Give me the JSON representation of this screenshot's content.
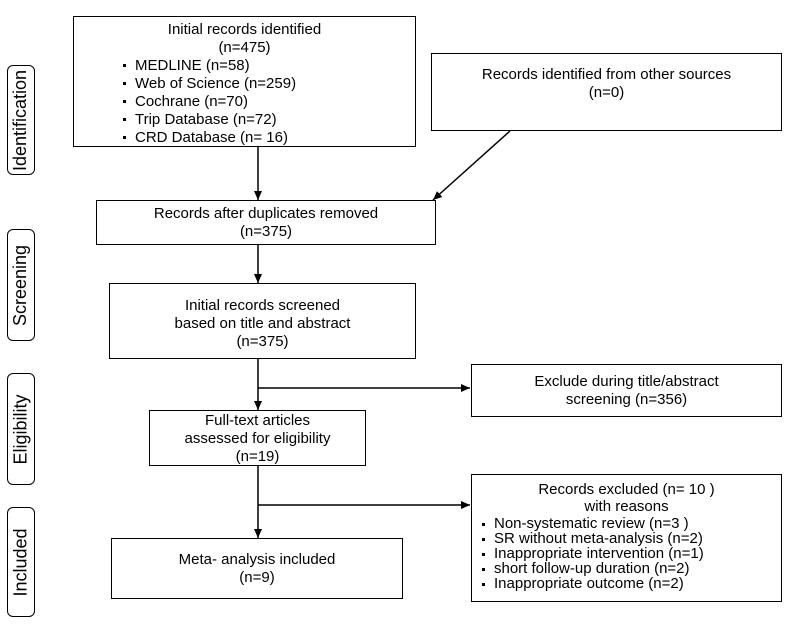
{
  "stages": {
    "identification": "Identification",
    "screening": "Screening",
    "eligibility": "Eligibility",
    "included": "Included"
  },
  "boxes": {
    "initial_records": {
      "title": "Initial records identified",
      "count": "(n=475)",
      "sources": [
        "MEDLINE (n=58)",
        "Web of Science (n=259)",
        "Cochrane (n=70)",
        "Trip Database (n=72)",
        "CRD Database (n= 16)"
      ]
    },
    "other_sources": {
      "title": "Records identified from other sources",
      "count": "(n=0)"
    },
    "duplicates_removed": {
      "title": "Records after duplicates removed",
      "count": "(n=375)"
    },
    "title_abstract_screened": {
      "line1": "Initial records screened",
      "line2": "based on title and abstract",
      "count": "(n=375)"
    },
    "excluded_screening": {
      "line1": "Exclude during title/abstract",
      "line2": "screening (n=356)"
    },
    "fulltext_assessed": {
      "line1": "Full-text articles",
      "line2": "assessed for eligibility",
      "count": "(n=19)"
    },
    "records_excluded": {
      "line1": "Records excluded (n= 10 )",
      "line2": "with reasons",
      "reasons": [
        "Non-systematic review  (n=3 )",
        "SR   without meta-analysis (n=2)",
        "Inappropriate intervention (n=1)",
        "short follow-up duration  (n=2)",
        "Inappropriate outcome (n=2)"
      ]
    },
    "meta_analysis": {
      "title": "Meta- analysis included",
      "count": "(n=9)"
    }
  }
}
